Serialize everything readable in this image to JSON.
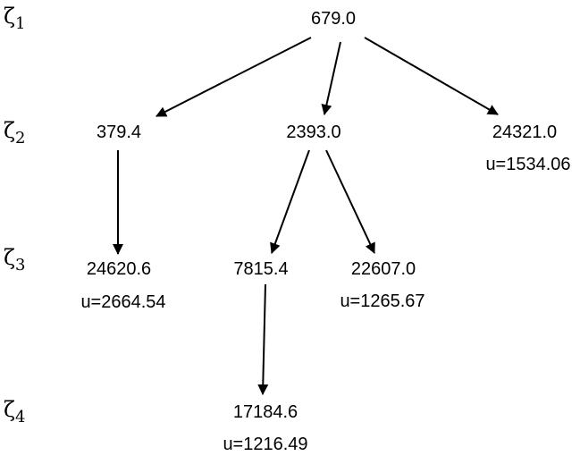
{
  "levels": [
    {
      "symbol": "ζ",
      "index": "1"
    },
    {
      "symbol": "ζ",
      "index": "2"
    },
    {
      "symbol": "ζ",
      "index": "3"
    },
    {
      "symbol": "ζ",
      "index": "4"
    }
  ],
  "nodes": {
    "n1": {
      "value": "679.0",
      "u": ""
    },
    "n2": {
      "value": "379.4",
      "u": ""
    },
    "n3": {
      "value": "2393.0",
      "u": ""
    },
    "n4": {
      "value": "24321.0",
      "u": "u=1534.06"
    },
    "n5": {
      "value": "24620.6",
      "u": "u=2664.54"
    },
    "n6": {
      "value": "7815.4",
      "u": ""
    },
    "n7": {
      "value": "22607.0",
      "u": "u=1265.67"
    },
    "n8": {
      "value": "17184.6",
      "u": "u=1216.49"
    }
  },
  "edges": [
    {
      "from": "n1",
      "to": "n2"
    },
    {
      "from": "n1",
      "to": "n3"
    },
    {
      "from": "n1",
      "to": "n4"
    },
    {
      "from": "n2",
      "to": "n5"
    },
    {
      "from": "n3",
      "to": "n6"
    },
    {
      "from": "n3",
      "to": "n7"
    },
    {
      "from": "n6",
      "to": "n8"
    }
  ],
  "colors": {
    "ink": "#000000",
    "background": "#ffffff"
  }
}
